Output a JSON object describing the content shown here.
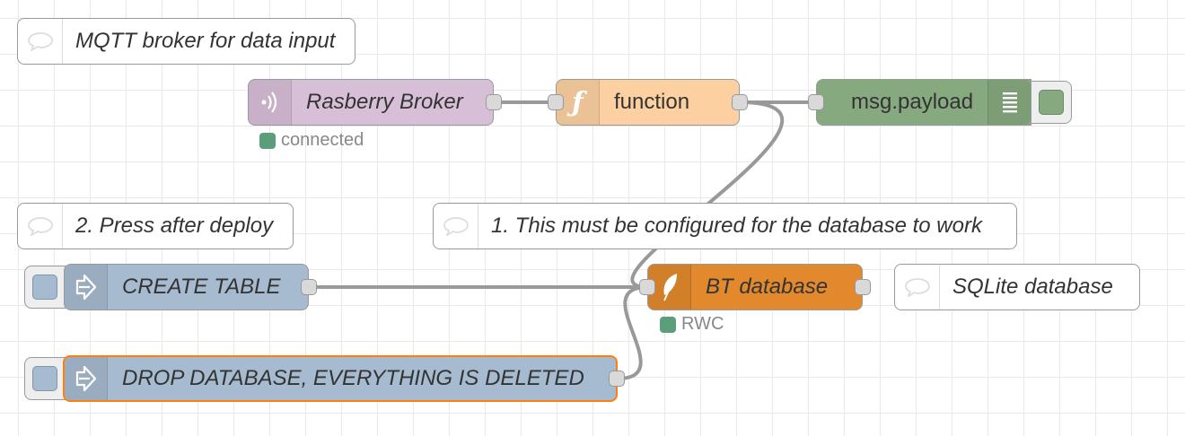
{
  "comments": {
    "mqtt": "MQTT broker for data input",
    "press": "2. Press after deploy",
    "configure": "1. This must be configured for the database to work",
    "sqlite": "SQLite database"
  },
  "nodes": {
    "mqtt_in": {
      "label": "Rasberry Broker",
      "status": "connected",
      "color": "#d8bfd8"
    },
    "function": {
      "label": "function",
      "color": "#fdd0a2"
    },
    "debug": {
      "label": "msg.payload",
      "color": "#87a980"
    },
    "create_table": {
      "label": "CREATE TABLE",
      "color": "#a6bbcf"
    },
    "drop_database": {
      "label": "DROP DATABASE, EVERYTHING IS DELETED",
      "color": "#a6bbcf"
    },
    "sqlite": {
      "label": "BT database",
      "status": "RWC",
      "color": "#e2892d"
    }
  },
  "colors": {
    "wire": "#999999",
    "status_ok": "#5a9e7a",
    "selection": "#ff7f0e"
  },
  "icons": {
    "mqtt_in": "radio-waves-icon",
    "function": "function-f-icon",
    "debug": "list-lines-icon",
    "inject": "arrow-right-icon",
    "sqlite": "feather-icon",
    "comment": "speech-bubble-icon"
  }
}
